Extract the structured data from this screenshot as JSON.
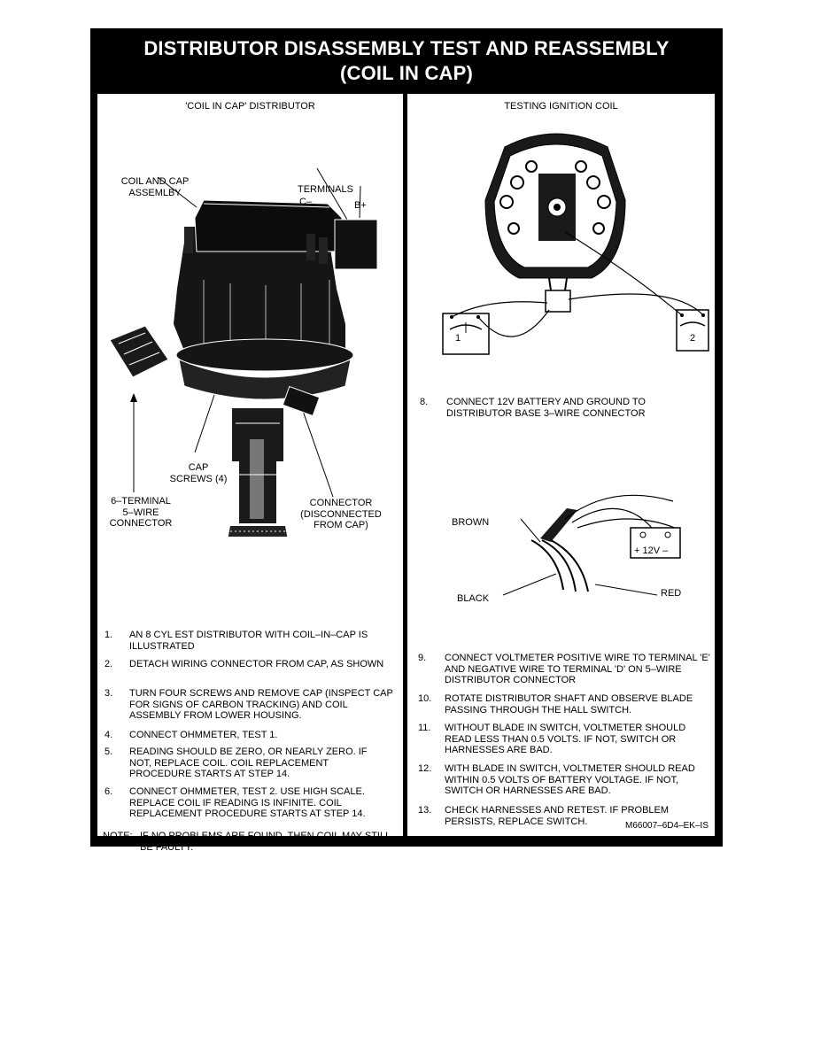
{
  "header": {
    "title_line1": "DISTRIBUTOR DISASSEMBLY TEST AND REASSEMBLY",
    "title_line2": "(COIL IN CAP)"
  },
  "left_panel": {
    "caption": "'COIL IN CAP' DISTRIBUTOR",
    "labels": {
      "coil_cap": "COIL AND CAP\nASSEMLBY",
      "terminals": "TERMINALS",
      "c_minus": "C–",
      "b_plus": "B+",
      "cap_screws": "CAP\nSCREWS (4)",
      "six_terminal": "6–TERMINAL\n5–WIRE\nCONNECTOR",
      "connector": "CONNECTOR\n(DISCONNECTED\nFROM CAP)"
    },
    "steps": [
      {
        "num": "1.",
        "text": "AN 8 CYL EST DISTRIBUTOR WITH COIL–IN–CAP IS ILLUSTRATED"
      },
      {
        "num": "2.",
        "text": "DETACH WIRING CONNECTOR FROM CAP, AS SHOWN"
      },
      {
        "num": "3.",
        "text": "TURN FOUR SCREWS AND REMOVE CAP (INSPECT CAP FOR SIGNS OF CARBON TRACKING) AND COIL ASSEMBLY FROM LOWER HOUSING."
      },
      {
        "num": "4.",
        "text": "CONNECT OHMMETER, TEST 1."
      },
      {
        "num": "5.",
        "text": "READING SHOULD BE ZERO, OR NEARLY ZERO. IF NOT, REPLACE COIL. COIL REPLACEMENT PROCEDURE STARTS AT STEP 14."
      },
      {
        "num": "6.",
        "text": "CONNECT OHMMETER, TEST 2. USE HIGH SCALE. REPLACE COIL IF READING IS INFINITE. COIL REPLACEMENT PROCEDURE STARTS AT STEP 14."
      }
    ],
    "note_label": "NOTE:",
    "note_text": "IF NO PROBLEMS ARE FOUND, THEN COIL MAY STILL BE FAULTY."
  },
  "right_panel": {
    "caption": "TESTING IGNITION COIL",
    "meter1": "1",
    "meter2": "2",
    "step8": {
      "num": "8.",
      "text": "CONNECT 12V BATTERY AND GROUND TO DISTRIBUTOR BASE 3–WIRE CONNECTOR"
    },
    "labels": {
      "brown": "BROWN",
      "black": "BLACK",
      "red": "RED",
      "battery": "+ 12V –"
    },
    "steps": [
      {
        "num": "9.",
        "text": "CONNECT VOLTMETER POSITIVE WIRE TO TERMINAL 'E' AND NEGATIVE WIRE TO TERMINAL 'D' ON 5–WIRE DISTRIBUTOR CONNECTOR"
      },
      {
        "num": "10.",
        "text": "ROTATE DISTRIBUTOR SHAFT AND OBSERVE BLADE PASSING THROUGH THE HALL SWITCH."
      },
      {
        "num": "11.",
        "text": "WITHOUT BLADE IN SWITCH, VOLTMETER SHOULD READ LESS THAN 0.5 VOLTS. IF NOT, SWITCH OR HARNESSES ARE BAD."
      },
      {
        "num": "12.",
        "text": "WITH BLADE IN SWITCH, VOLTMETER SHOULD READ WITHIN 0.5 VOLTS OF BATTERY VOLTAGE. IF NOT, SWITCH OR HARNESSES ARE BAD."
      },
      {
        "num": "13.",
        "text": "CHECK HARNESSES AND RETEST. IF PROBLEM PERSISTS, REPLACE SWITCH."
      }
    ],
    "figure_id": "M66007–6D4–EK–IS"
  }
}
